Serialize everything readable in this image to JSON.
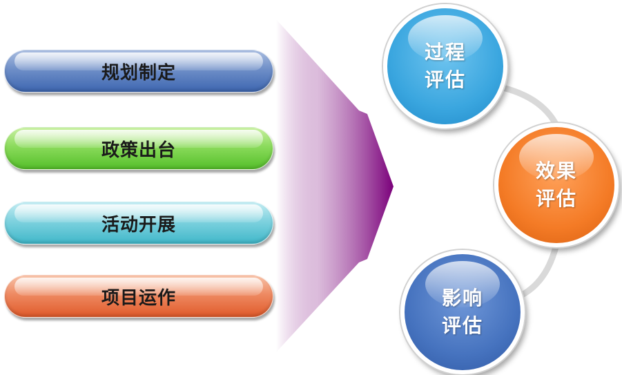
{
  "colors": {
    "arrow": "#7a007a",
    "connector": "#d9d9d9",
    "pill_blue": "#4f75b8",
    "pill_green": "#6ccb3c",
    "pill_cyan": "#55c1d1",
    "pill_orange": "#e8713f",
    "circle_light_blue": "#3aa6df",
    "circle_orange": "#f47b26",
    "circle_dark_blue": "#4673bf"
  },
  "inputs": [
    {
      "label": "规划制定"
    },
    {
      "label": "政策出台"
    },
    {
      "label": "活动开展"
    },
    {
      "label": "项目运作"
    }
  ],
  "evaluations": [
    {
      "line1": "过程",
      "line2": "评估"
    },
    {
      "line1": "效果",
      "line2": "评估"
    },
    {
      "line1": "影响",
      "line2": "评估"
    }
  ]
}
